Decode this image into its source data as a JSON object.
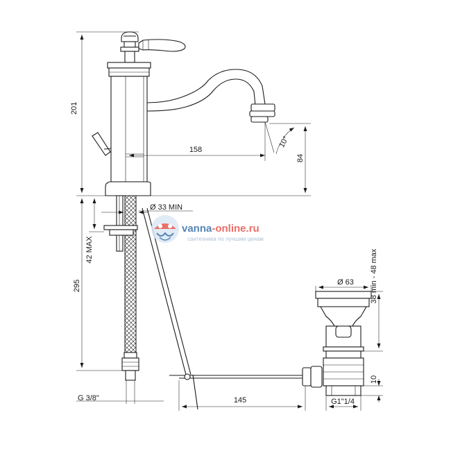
{
  "dimensions": {
    "height_total": "201",
    "spout_reach": "158",
    "spout_height": "84",
    "spout_angle": "10°",
    "hole_diameter": "Ø 33 MIN",
    "max_deck": "42 MAX",
    "hose_length": "295",
    "connection_thread": "G 3/8\"",
    "rod_length": "145",
    "waste_diameter": "Ø 63",
    "waste_range": "38 min - 48 max",
    "waste_ten": "10",
    "waste_thread": "G1\"1/4"
  },
  "watermark": {
    "name_part1": "vanna",
    "name_part2": "-online.ru",
    "tagline": "сантехника по лучшим ценам"
  },
  "colors": {
    "line": "#1a1a1a",
    "watermark_blue": "#3a6fa8",
    "watermark_red": "#e8564d"
  }
}
